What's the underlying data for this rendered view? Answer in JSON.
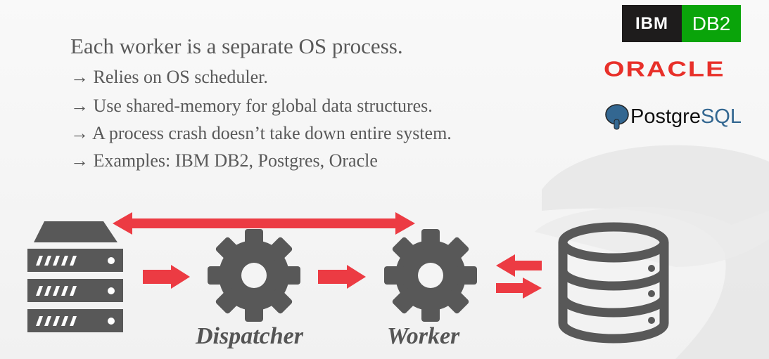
{
  "title": "Each worker is a separate OS process.",
  "bullets": [
    "→ Relies on OS scheduler.",
    "→ Use shared-memory for global data structures.",
    "→ A process crash doesn’t take down entire system.",
    "→ Examples: IBM DB2, Postgres, Oracle"
  ],
  "logos": {
    "ibm": "IBM",
    "db2": "DB2",
    "oracle": "ORACLE",
    "postgres_a": "Postgre",
    "postgres_b": "SQL"
  },
  "diagram": {
    "dispatcher": "Dispatcher",
    "worker": "Worker"
  },
  "colors": {
    "arrow": "#ec3b43",
    "icon": "#585858"
  }
}
